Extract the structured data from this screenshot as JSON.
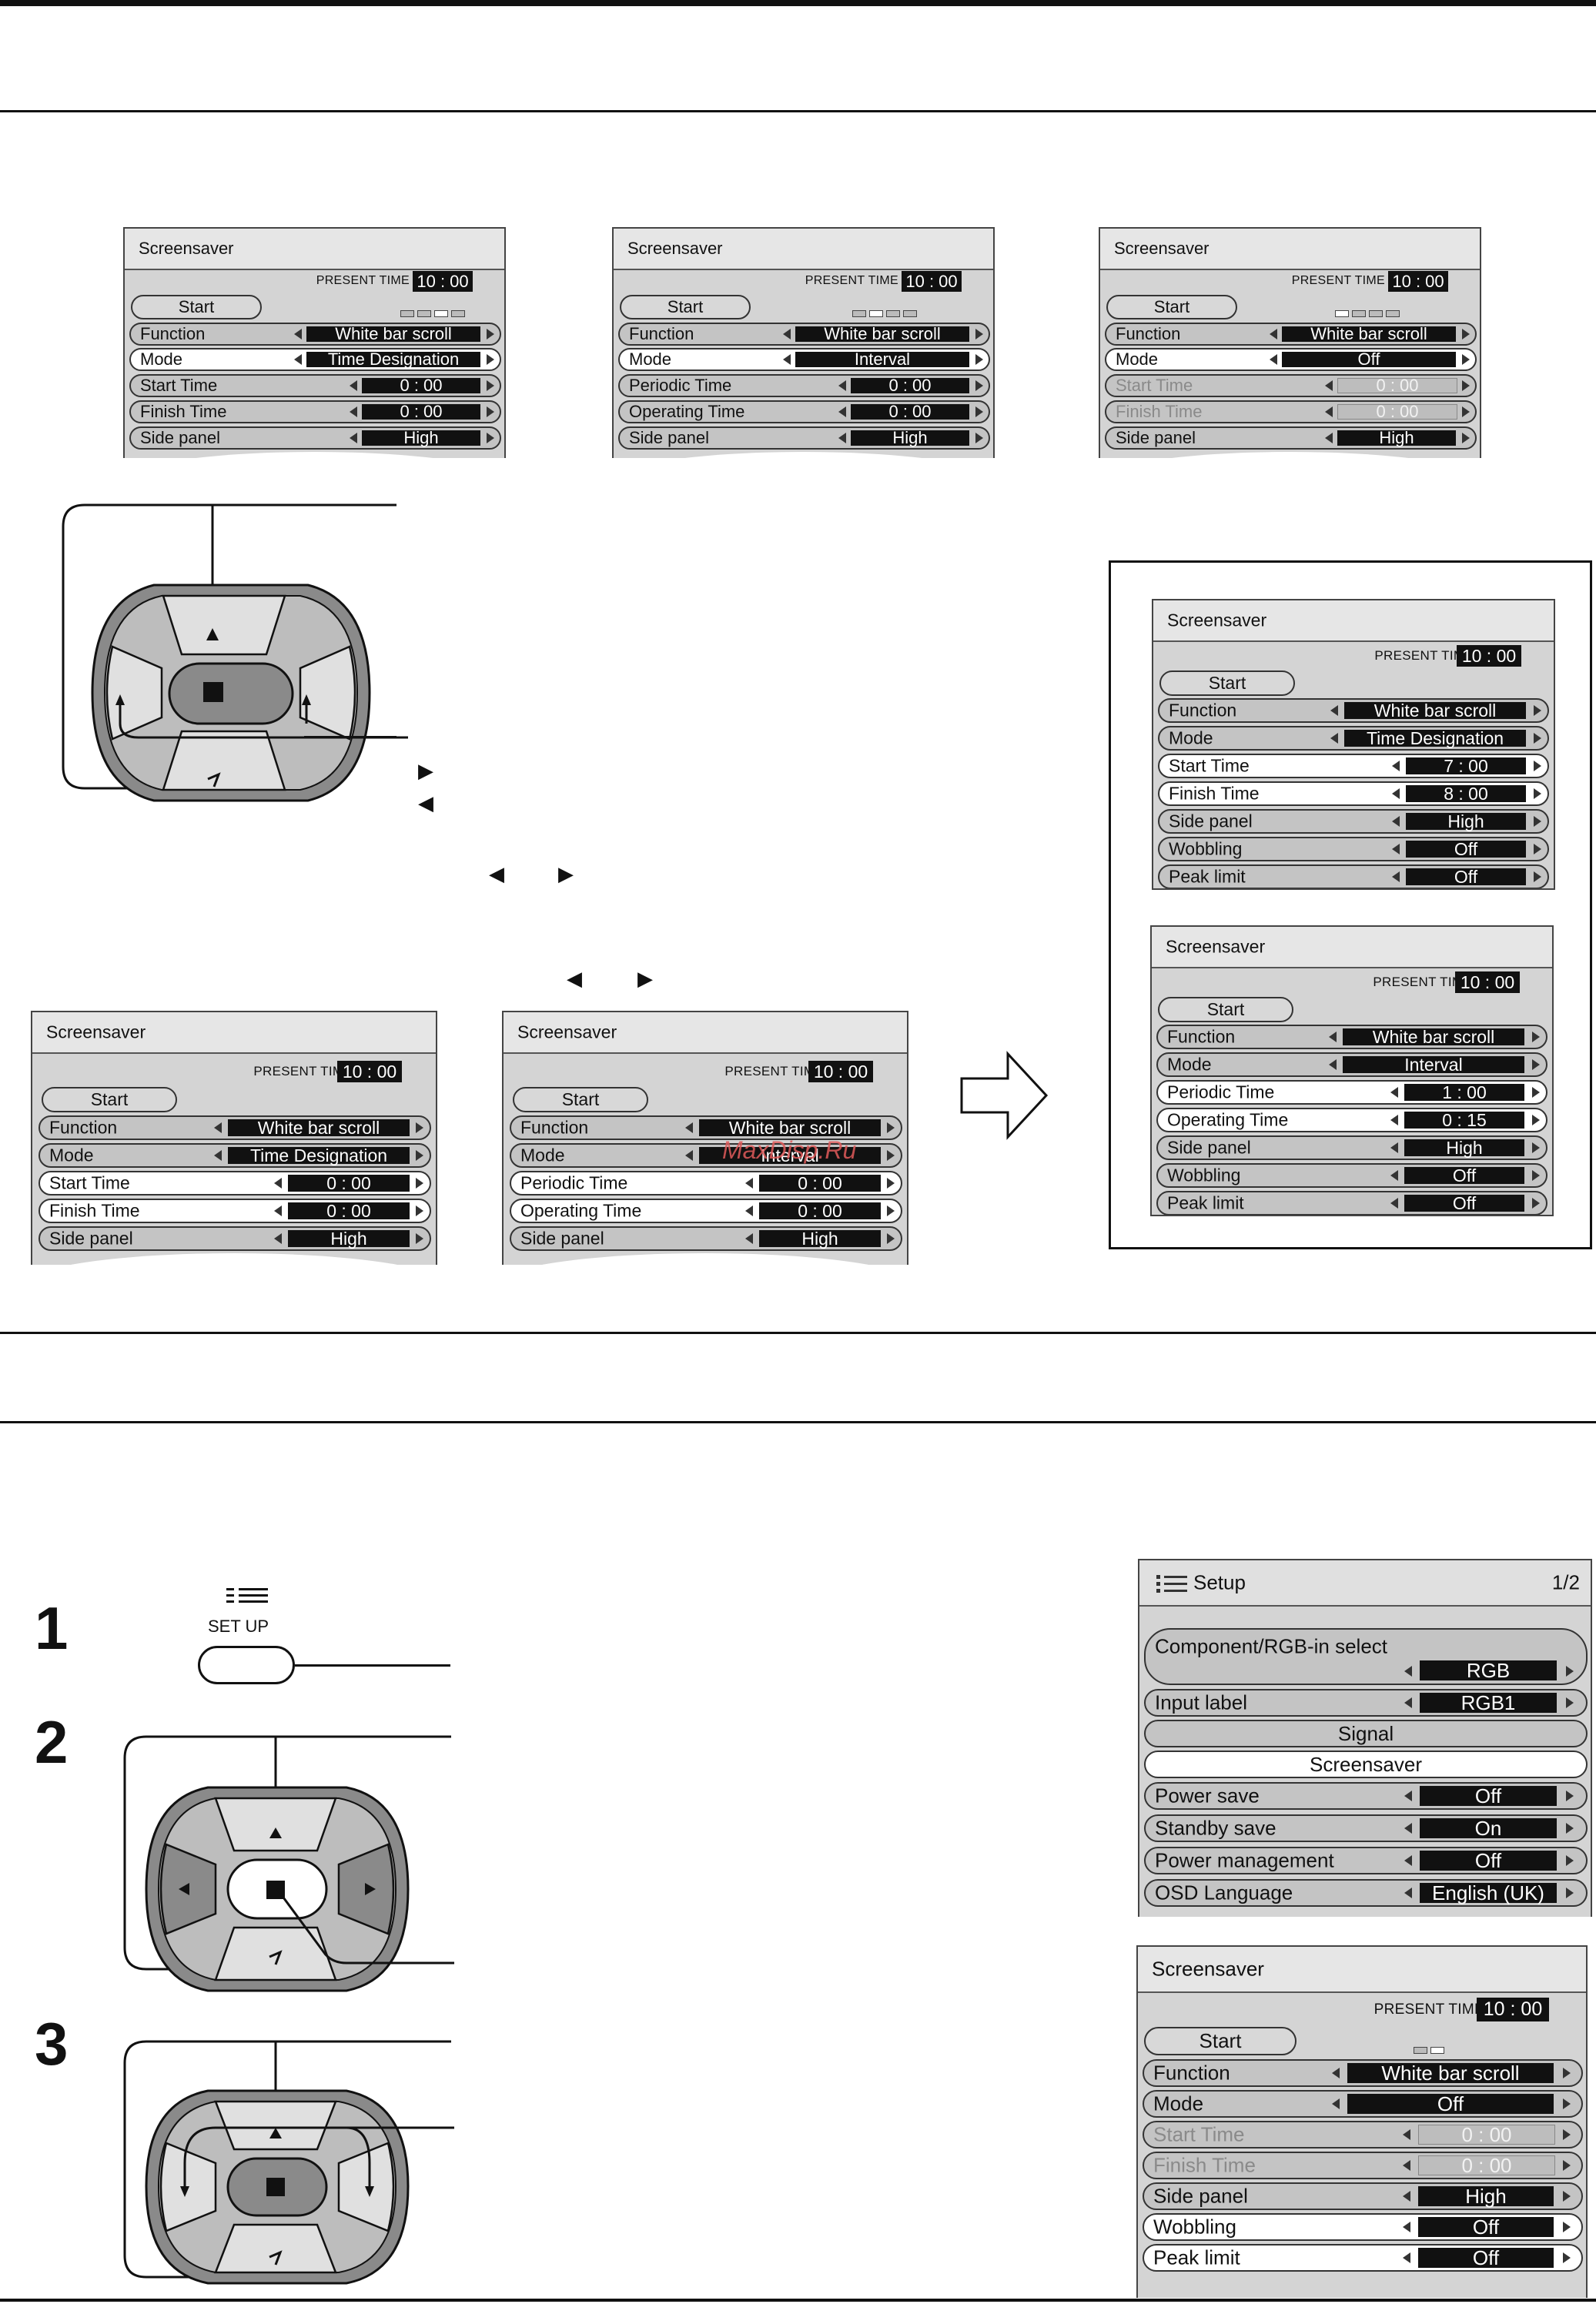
{
  "osd_common": {
    "screensaver_title": "Screensaver",
    "present_time_label": "PRESENT TIME",
    "present_time_value": "10 : 00",
    "start": "Start",
    "function_label": "Function",
    "function_value": "White bar scroll",
    "mode_label": "Mode",
    "start_time_label": "Start Time",
    "finish_time_label": "Finish Time",
    "periodic_time_label": "Periodic Time",
    "operating_time_label": "Operating Time",
    "side_panel_label": "Side  panel",
    "side_panel_value": "High",
    "wobbling_label": "Wobbling",
    "peak_limit_label": "Peak limit",
    "off": "Off",
    "zero_time": "0 : 00"
  },
  "mode_values": {
    "time_designation": "Time Designation",
    "interval": "Interval",
    "off": "Off"
  },
  "result_panels": {
    "a_start": "7 : 00",
    "a_finish": "8 : 00",
    "b_periodic": "1 : 00",
    "b_operating": "0 : 15"
  },
  "watermark": "MaxDisp.Ru",
  "arrow_glyphs": {
    "right": "▶",
    "left": "◀"
  },
  "steps": [
    "1",
    "2",
    "3"
  ],
  "setup_button": {
    "label": "SET UP"
  },
  "setup_menu": {
    "title": "Setup",
    "page": "1/2",
    "component_label": "Component/RGB-in  select",
    "component_value": "RGB",
    "input_label": "Input label",
    "input_value": "RGB1",
    "signal": "Signal",
    "screensaver": "Screensaver",
    "power_save_label": "Power save",
    "power_save_value": "Off",
    "standby_save_label": "Standby save",
    "standby_save_value": "On",
    "power_mgmt_label": "Power management",
    "power_mgmt_value": "Off",
    "osd_language_label": "OSD  Language",
    "osd_language_value": "English (UK)"
  }
}
